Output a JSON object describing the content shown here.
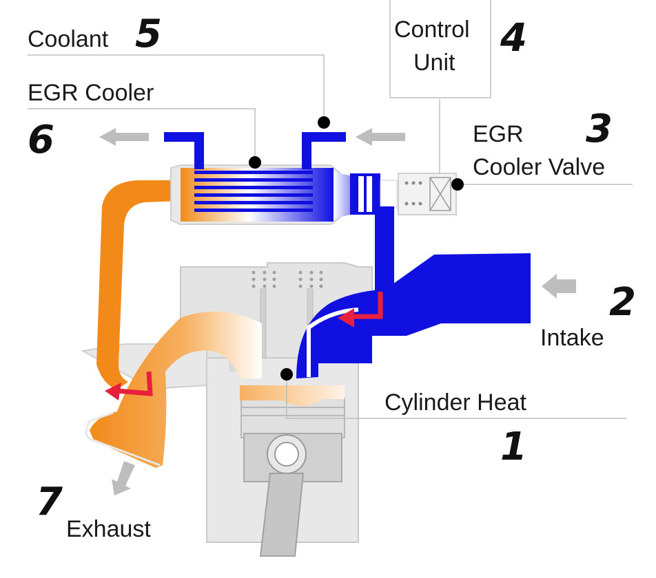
{
  "labels": {
    "coolant": "Coolant",
    "egr_cooler": "EGR Cooler",
    "control_unit_line1": "Control",
    "control_unit_line2": "Unit",
    "egr_valve_line1": "EGR",
    "egr_valve_line2": "Cooler Valve",
    "intake": "Intake",
    "cylinder_heat": "Cylinder Heat",
    "exhaust": "Exhaust"
  },
  "numbers": {
    "cylinder_heat": "1",
    "intake": "2",
    "egr_valve": "3",
    "control_unit": "4",
    "coolant": "5",
    "egr_cooler": "6",
    "exhaust": "7"
  },
  "colors": {
    "coolant_blue": "#1010e0",
    "exhaust_orange": "#f28a1a",
    "arrow_red": "#e8203c",
    "engine_gray": "#e6e6e6",
    "arrow_gray": "#bdbdbd"
  }
}
